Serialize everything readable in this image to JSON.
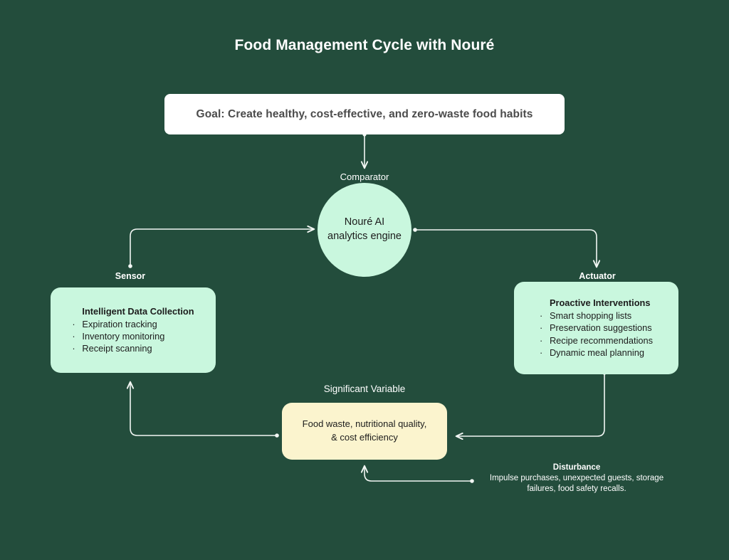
{
  "page": {
    "title": "Food Management Cycle with Nouré",
    "background_color": "#234d3c",
    "mint_color": "#c9f7de",
    "yellow_color": "#fbf4ce",
    "line_color": "#f2f7f4"
  },
  "goal": {
    "text": "Goal: Create healthy, cost-effective, and zero-waste food habits"
  },
  "comparator": {
    "label": "Comparator",
    "line1": "Nouré AI",
    "line2": "analytics engine"
  },
  "sensor": {
    "label": "Sensor",
    "title": "Intelligent Data Collection",
    "bullets": [
      "Expiration tracking",
      "Inventory monitoring",
      "Receipt scanning"
    ]
  },
  "actuator": {
    "label": "Actuator",
    "title": "Proactive Interventions",
    "bullets": [
      "Smart shopping lists",
      "Preservation suggestions",
      "Recipe recommendations",
      "Dynamic meal planning"
    ]
  },
  "significant_variable": {
    "label": "Significant Variable",
    "line1": "Food waste, nutritional quality,",
    "line2": "& cost efficiency"
  },
  "disturbance": {
    "title": "Disturbance",
    "line1": "Impulse purchases, unexpected guests, storage",
    "line2": "failures, food safety recalls."
  },
  "bullet_glyph": "·"
}
